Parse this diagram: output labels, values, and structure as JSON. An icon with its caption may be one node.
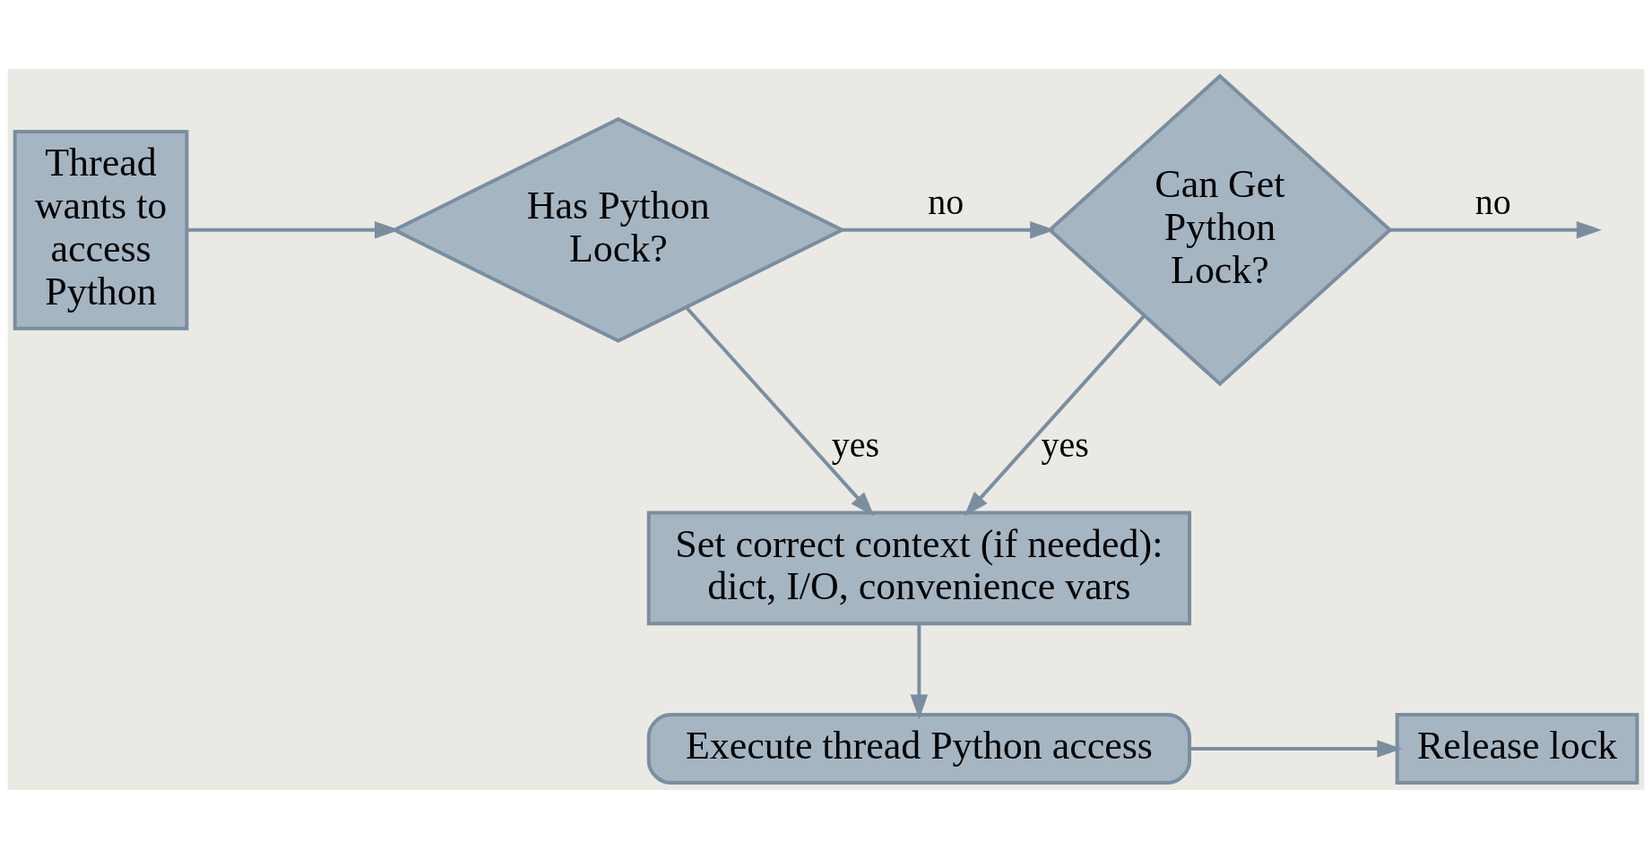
{
  "diagram": {
    "nodes": [
      {
        "text": [
          "Thread wants to access Python"
        ]
      },
      {
        "text": [
          "Has Python Lock?"
        ]
      },
      {
        "text": [
          "Can Get Python Lock?"
        ]
      },
      {
        "text": [
          "Set correct context (if needed): dict, I/O, convenience vars"
        ]
      },
      {
        "text": [
          "Execute thread Python access"
        ]
      },
      {
        "text": [
          "Release lock"
        ]
      }
    ],
    "edges": [
      {
        "from": 0,
        "to": 1,
        "arrow": "to"
      },
      {
        "from": 1,
        "to": 2,
        "arrow": "to",
        "label": "no"
      },
      {
        "from": 2,
        "to": null,
        "arrow": "to",
        "label": "no"
      },
      {
        "from": 1,
        "to": 3,
        "arrow": "to",
        "label": "yes"
      },
      {
        "from": 2,
        "to": 3,
        "arrow": "to",
        "label": "yes"
      },
      {
        "from": 3,
        "to": 4,
        "arrow": "to"
      },
      {
        "from": 4,
        "to": 5,
        "arrow": "to"
      }
    ]
  }
}
